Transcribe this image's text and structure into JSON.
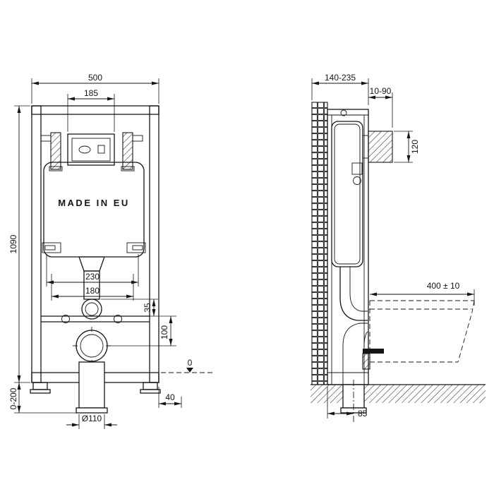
{
  "meta": {
    "background": "#ffffff",
    "line_color": "#161616",
    "drawing_type": "wall-hung toilet installation frame, dimensioned technical drawing"
  },
  "front_view": {
    "cistern_label": "MADE IN EU",
    "dims": {
      "width_total": "500",
      "plate_width": "185",
      "height_total": "1090",
      "fixing_width_outer": "230",
      "fixing_width_inner": "180",
      "pipe_offset": "35",
      "rail_to_drain": "100",
      "level_zero": "0",
      "height_adjust": "0-200",
      "side_offset": "40",
      "drain_diameter": "Ø110"
    }
  },
  "side_view": {
    "dims": {
      "depth_range": "140-235",
      "plate_depth_range": "10-90",
      "plate_height": "120",
      "bowl_length": "400 ± 10",
      "wall_to_drain": "85"
    }
  }
}
